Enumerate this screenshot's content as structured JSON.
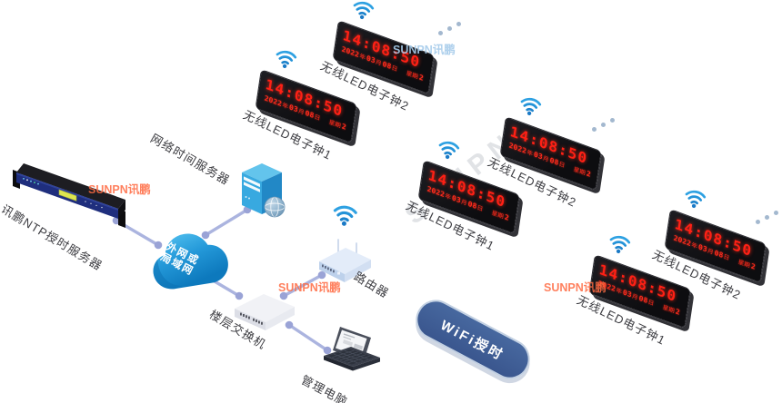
{
  "nodes": {
    "ntp_server": {
      "label": "讯鹏NTP授时服务器"
    },
    "network": {
      "label_line1": "外网或",
      "label_line2": "局域网"
    },
    "time_server": {
      "label": "网络时间服务器"
    },
    "router": {
      "label": "路由器"
    },
    "floor_switch": {
      "label": "楼层交换机"
    },
    "admin_pc": {
      "label": "管理电脑"
    },
    "wifi_badge": {
      "label": "WiFi授时"
    }
  },
  "clock_display": {
    "time": "14:08:50",
    "year": "2022",
    "year_unit": "年",
    "month": "03",
    "month_unit": "月",
    "day": "08",
    "day_unit": "日",
    "week_label": "星期",
    "week_value": "2"
  },
  "clocks": [
    {
      "id": "a2",
      "label": "无线LED电子钟2"
    },
    {
      "id": "a1",
      "label": "无线LED电子钟1"
    },
    {
      "id": "b2",
      "label": "无线LED电子钟2"
    },
    {
      "id": "b1",
      "label": "无线LED电子钟1"
    },
    {
      "id": "c2",
      "label": "无线LED电子钟2"
    },
    {
      "id": "c1",
      "label": "无线LED电子钟1"
    }
  ],
  "watermarks": {
    "brand_orange_left": "SUNPN讯鹏",
    "brand_blue_top": "SUNPN讯鹏",
    "brand_orange_mid": "SUNPN讯鹏",
    "brand_orange_right": "SUNPN讯鹏",
    "brand_gray_large": "SUNPN"
  },
  "icons": {
    "wifi": "wifi-signal-icon",
    "globe": "internet-globe-icon",
    "ellipsis": "more-clocks-dots"
  },
  "colors": {
    "led_red": "#ff2015",
    "cloud_blue": "#2499d9",
    "wifi_blue": "#2ea1e2",
    "badge_blue": "#3f5f97",
    "line_lavender": "#abb4df",
    "watermark_orange": "#ff6b42",
    "watermark_blue": "#a6cceb",
    "watermark_gray": "#c9cdd3"
  }
}
